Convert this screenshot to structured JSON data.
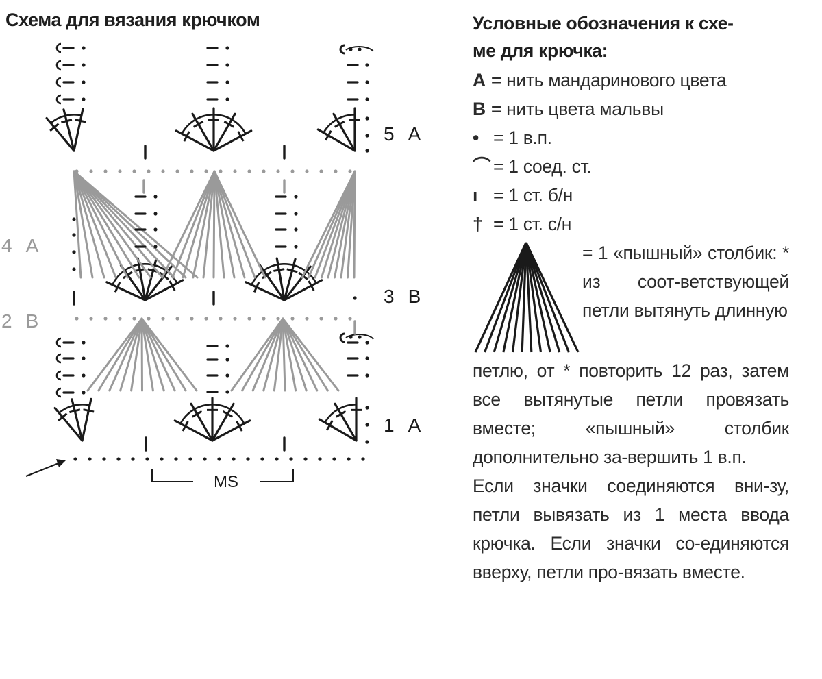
{
  "diagram": {
    "title": "Схема для вязания крючком",
    "row_labels": [
      {
        "num": "5",
        "yarn": "A",
        "color": "#1a1a1a"
      },
      {
        "num": "4",
        "yarn": "A",
        "color": "#9a9a9a"
      },
      {
        "num": "3",
        "yarn": "B",
        "color": "#1a1a1a"
      },
      {
        "num": "2",
        "yarn": "B",
        "color": "#9a9a9a"
      },
      {
        "num": "1",
        "yarn": "A",
        "color": "#1a1a1a"
      }
    ],
    "repeat_label": "MS",
    "colors": {
      "rows_odd": "#1a1a1a",
      "rows_even": "#9a9a9a"
    }
  },
  "legend": {
    "heading_line1": "Условные обозначения к схе-",
    "heading_line2": "ме для крючка:",
    "key_a": "A",
    "key_a_text": "= нить мандаринового цвета",
    "key_b": "B",
    "key_b_text": "= нить цвета мальвы",
    "chain_sym": "•",
    "chain_text": "= 1 в.п.",
    "slip_sym": "⌒",
    "slip_text": "= 1 соед. ст.",
    "sc_sym": "ı",
    "sc_text": "= 1 ст. б/н",
    "dc_sym": "†",
    "dc_text": "= 1 ст. с/н",
    "puff_text": "= 1 «пышный» столбик: * из соот-ветствующей петли вытянуть длинную",
    "puff_text_cont": "петлю, от * повторить 12 раз, затем все вытянутые петли провязать вместе; «пышный» столбик дополнительно за-вершить 1 в.п.",
    "note": "Если значки соединяются вни-зу, петли вывязать из 1 места ввода крючка. Если значки со-единяются вверху, петли про-вязать вместе."
  }
}
